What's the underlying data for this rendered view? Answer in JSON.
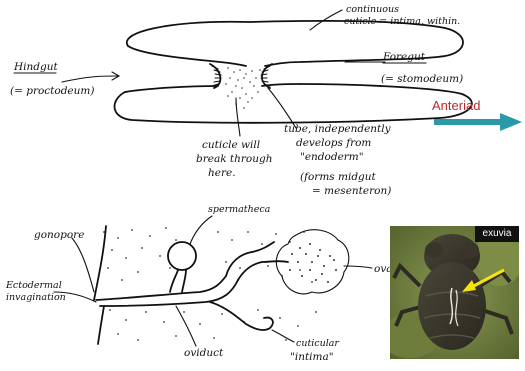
{
  "top_diagram": {
    "hindgut_label": "Hindgut",
    "hindgut_sub": "(= proctodeum)",
    "foregut_label": "Foregut",
    "foregut_sub": "(= stomodeum)",
    "cuticle_line1": "continuous",
    "cuticle_line2": "cuticle = intima, within.",
    "break_line1": "cuticle will",
    "break_line2": "break through",
    "break_line3": "here.",
    "tube_line1": "tube, independently",
    "tube_line2": "develops from",
    "tube_line3": "\"endoderm\"",
    "tube_line4": "(forms midgut",
    "tube_line5": "= mesenteron)"
  },
  "direction": {
    "label": "Anteriad",
    "color": "#c0282c",
    "arrow_color": "#2a9aa8"
  },
  "bottom_diagram": {
    "gonopore": "gonopore",
    "spermatheca": "spermatheca",
    "ectodermal_line1": "Ectodermal",
    "ectodermal_line2": "invagination",
    "ovary": "ovary",
    "oviduct": "oviduct",
    "cuticular_line1": "cuticular",
    "cuticular_line2": "\"intima\""
  },
  "photo": {
    "tag": "exuvia",
    "arrow_color": "#f5e40a"
  }
}
